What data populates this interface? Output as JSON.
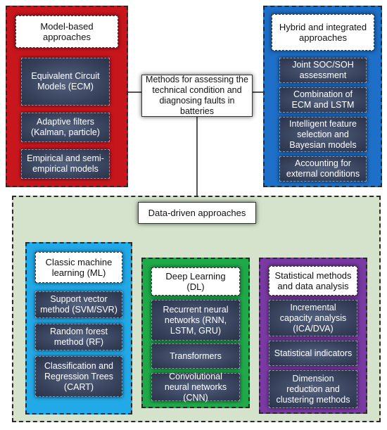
{
  "center": {
    "label": "Methods for assessing the technical condition and diagnosing faults in batteries"
  },
  "model_based": {
    "title": "Model-based approaches",
    "items": [
      "Equivalent Circuit Models (ECM)",
      "Adaptive filters (Kalman, particle)",
      "Empirical and semi-empirical models"
    ]
  },
  "hybrid": {
    "title": "Hybrid and integrated approaches",
    "items": [
      "Joint SOC/SOH assessment",
      "Combination of ECM and LSTM",
      "Intelligent feature selection and Bayesian models",
      "Accounting for external conditions"
    ]
  },
  "data_driven": {
    "title": "Data-driven approaches",
    "ml": {
      "title": "Classic machine learning (ML)",
      "items": [
        "Support vector method (SVM/SVR)",
        "Random forest method (RF)",
        "Classification and Regression Trees (CART)"
      ]
    },
    "dl": {
      "title": "Deep Learning (DL)",
      "items": [
        "Recurrent neural networks (RNN, LSTM, GRU)",
        "Transformers",
        "Convolutional neural networks (CNN)"
      ]
    },
    "stat": {
      "title": "Statistical methods and data analysis",
      "items": [
        "Incremental capacity analysis (ICA/DVA)",
        "Statistical indicators",
        "Dimension reduction and clustering methods"
      ]
    }
  },
  "colors": {
    "model_based_panel": "#c8161d",
    "hybrid_panel": "#1d6fc7",
    "data_driven_panel": "#d5e3cc",
    "ml_panel": "#22a9e8",
    "dl_panel": "#1faa4a",
    "stat_panel": "#7a3aa3",
    "item_box": "#3d4763"
  }
}
